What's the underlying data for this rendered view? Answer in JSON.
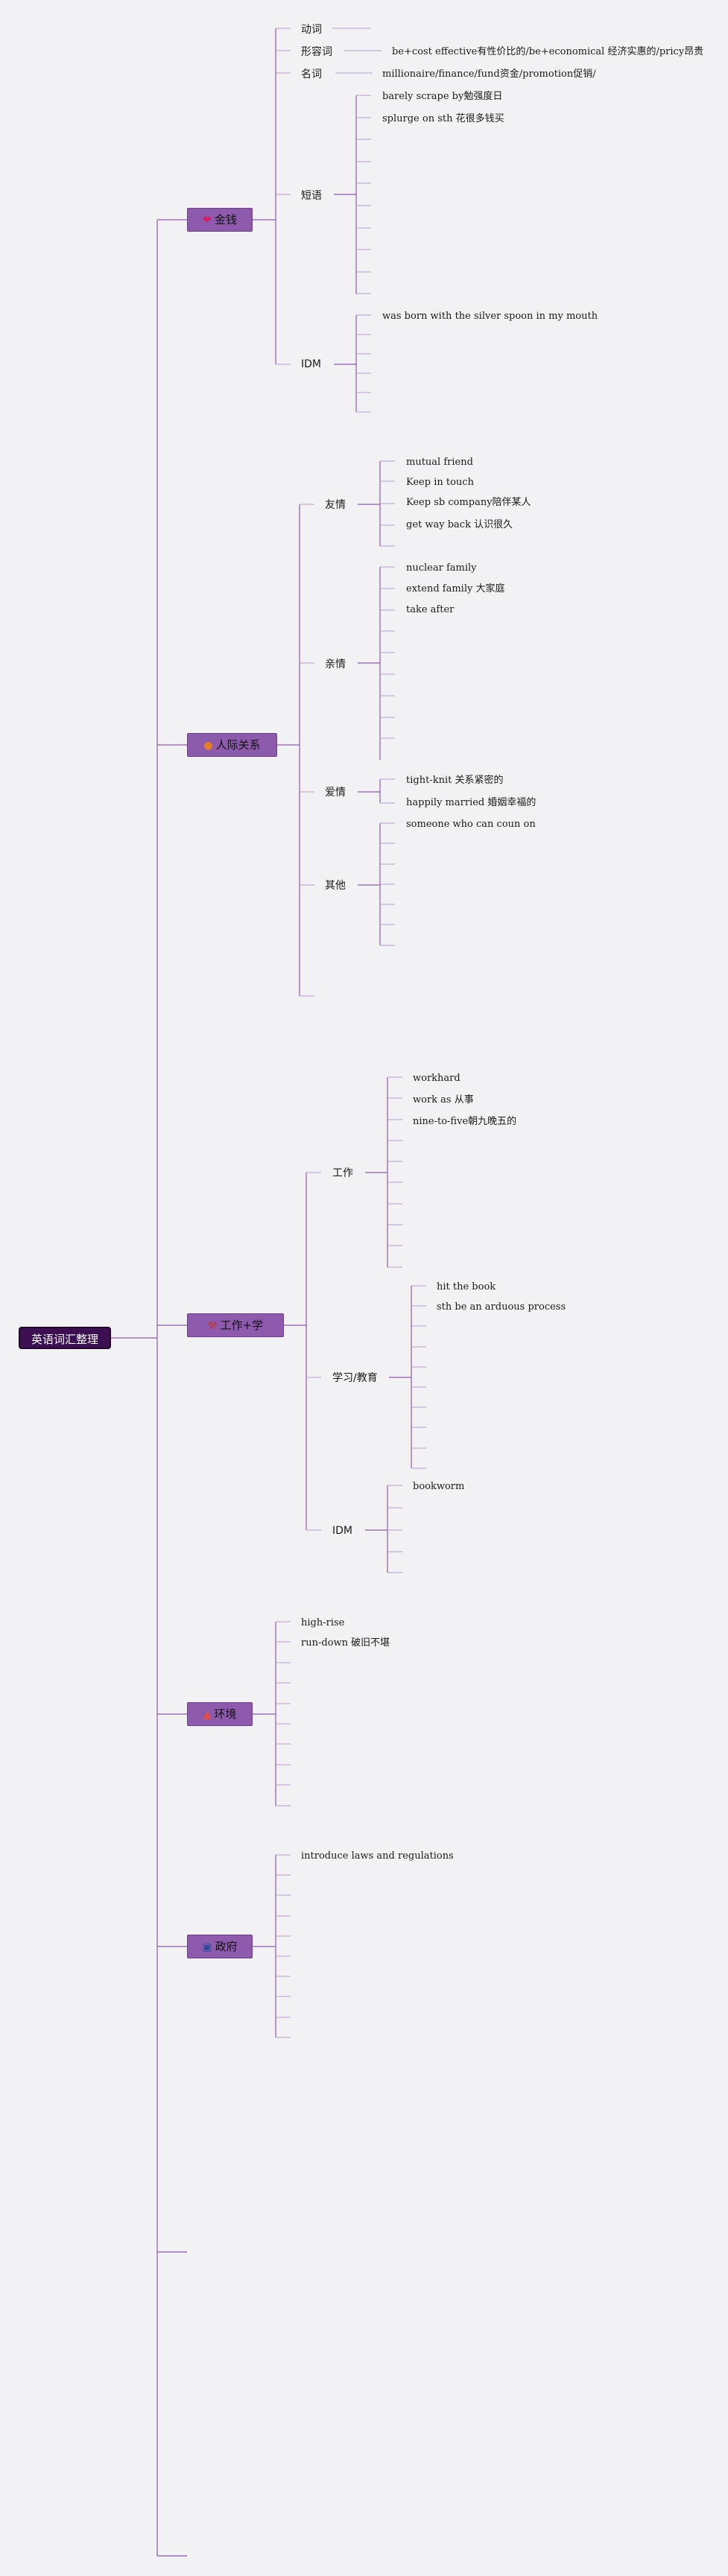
{
  "root": {
    "label": "英语词汇整理"
  },
  "money": {
    "icon": "heart-icon",
    "label": "金钱",
    "verb": "动词",
    "adj": "形容词",
    "adj_leaf": "be+cost effective有性价比的/be+economical 经济实惠的/pricy昂贵",
    "noun": "名词",
    "noun_leaf": "millionaire/finance/fund资金/promotion促销/",
    "phrase": "短语",
    "phrase_leaves": [
      "barely scrape by勉强度日",
      "splurge on sth 花很多钱买"
    ],
    "idm": "IDM",
    "idm_leaves": [
      "was born with the silver spoon in my mouth"
    ]
  },
  "relations": {
    "icon": "people-icon",
    "label": "人际关系",
    "friendship": "友情",
    "friendship_leaves": [
      "mutual friend",
      "Keep in touch",
      "Keep sb company陪伴某人",
      "get way back 认识很久"
    ],
    "family": "亲情",
    "family_leaves": [
      "nuclear family",
      "extend family 大家庭",
      "take after"
    ],
    "love": "爱情",
    "love_leaves": [
      "tight-knit 关系紧密的",
      "happily married 婚姻幸福的"
    ],
    "other": "其他",
    "other_leaves": [
      "someone who can coun on"
    ]
  },
  "work": {
    "icon": "tools-icon",
    "label": "工作+学",
    "job": "工作",
    "job_leaves": [
      "workhard",
      "work as 从事",
      "nine-to-five朝九晚五的"
    ],
    "study": "学习/教育",
    "study_leaves": [
      "hit the book",
      "sth be an arduous process"
    ],
    "idm": "IDM",
    "idm_leaves": [
      "bookworm"
    ]
  },
  "environment": {
    "icon": "fire-icon",
    "label": "环境",
    "leaves": [
      "high-rise",
      "run-down 破旧不堪"
    ]
  },
  "government": {
    "icon": "landmark-icon",
    "label": "政府",
    "leaves": [
      "introduce laws and regulations"
    ]
  },
  "colors": {
    "accent": "#8e5aad",
    "root": "#3b0f52",
    "line": "#8c5aae"
  }
}
